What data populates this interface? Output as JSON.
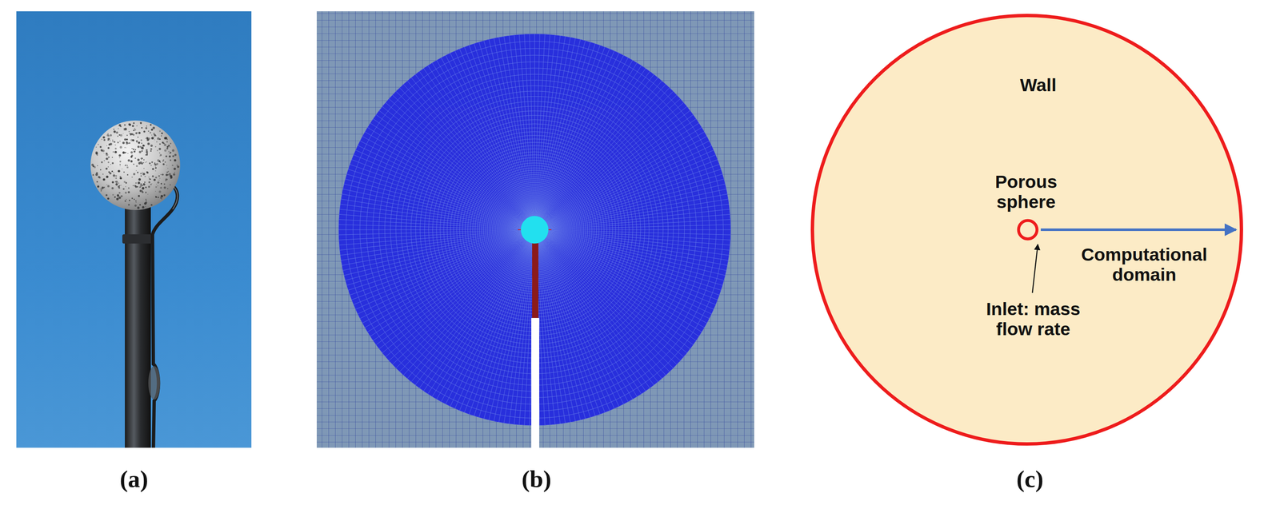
{
  "diagram": {
    "labels": [
      "(a)",
      "(b)",
      "(c)",
      "Wall",
      "Porous sphere",
      "Computational domain",
      "Inlet: mass flow rate"
    ]
  }
}
